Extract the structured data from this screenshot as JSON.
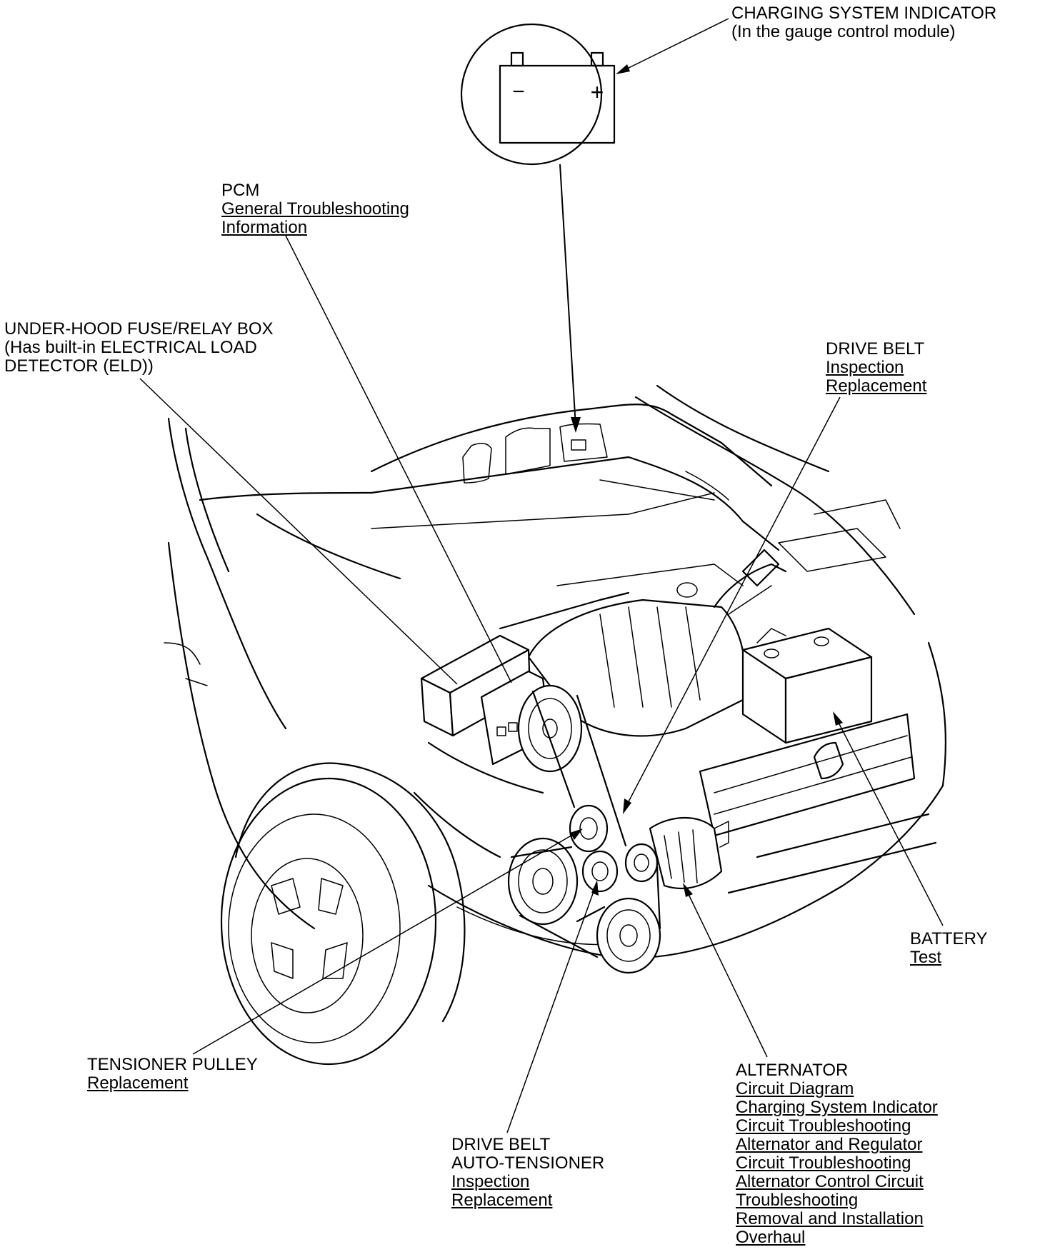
{
  "callouts": {
    "charging_indicator": {
      "title": "CHARGING SYSTEM INDICATOR",
      "subtitle": "(In the gauge control module)",
      "symbol_minus": "−",
      "symbol_plus": "+"
    },
    "pcm": {
      "title": "PCM",
      "links": [
        "General Troubleshooting",
        "Information"
      ]
    },
    "fuse_box": {
      "lines": [
        "UNDER-HOOD FUSE/RELAY BOX",
        "(Has built-in ELECTRICAL LOAD",
        "DETECTOR (ELD))"
      ]
    },
    "drive_belt": {
      "title": "DRIVE BELT",
      "links": [
        "Inspection",
        "Replacement"
      ]
    },
    "battery": {
      "title": "BATTERY",
      "links": [
        "Test"
      ]
    },
    "tensioner_pulley": {
      "title": "TENSIONER PULLEY",
      "links": [
        "Replacement"
      ]
    },
    "auto_tensioner": {
      "title_lines": [
        "DRIVE BELT",
        "AUTO-TENSIONER"
      ],
      "links": [
        "Inspection",
        "Replacement"
      ]
    },
    "alternator": {
      "title": "ALTERNATOR",
      "links": [
        "Circuit Diagram",
        "Charging System Indicator",
        "Circuit Troubleshooting",
        "Alternator and Regulator",
        "Circuit Troubleshooting",
        "Alternator Control Circuit",
        "Troubleshooting",
        "Removal and Installation",
        "Overhaul"
      ]
    }
  }
}
